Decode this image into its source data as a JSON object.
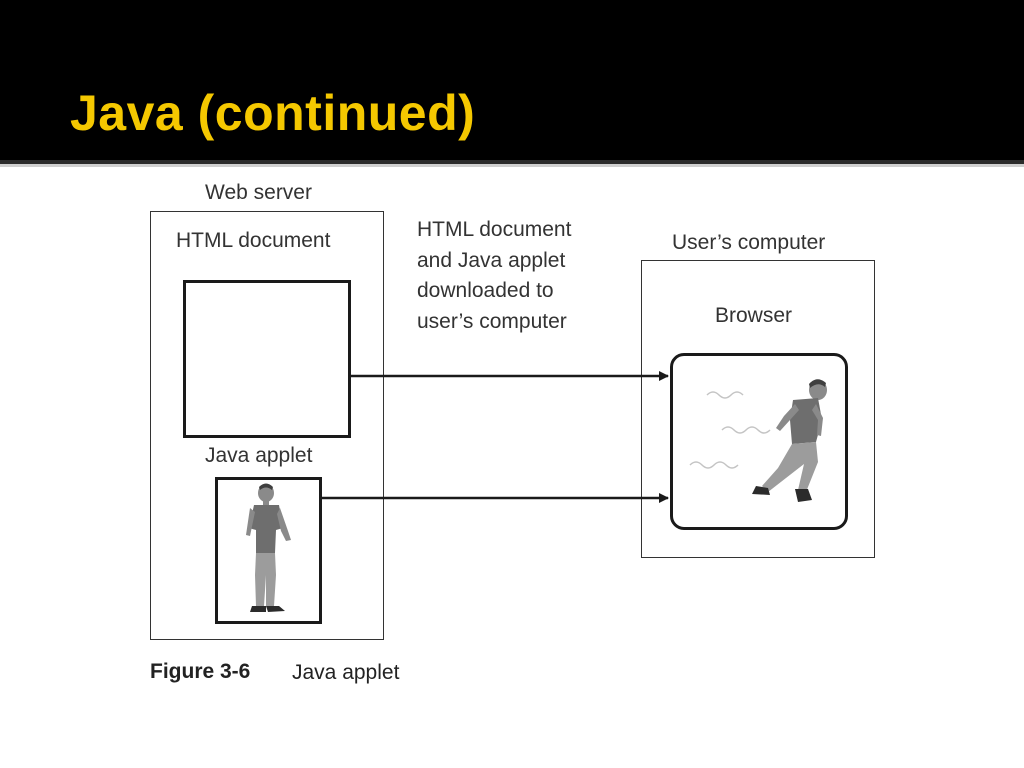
{
  "slide": {
    "title": "Java (continued)",
    "title_color": "#f5c800",
    "header_background": "#000000"
  },
  "diagram": {
    "web_server_label": "Web server",
    "html_document_label": "HTML document",
    "java_applet_label": "Java applet",
    "transfer_lines": [
      "HTML document",
      "and Java applet",
      "downloaded to",
      "user’s computer"
    ],
    "users_computer_label": "User’s computer",
    "browser_label": "Browser"
  },
  "caption": {
    "number": "Figure 3-6",
    "text": "Java applet"
  }
}
